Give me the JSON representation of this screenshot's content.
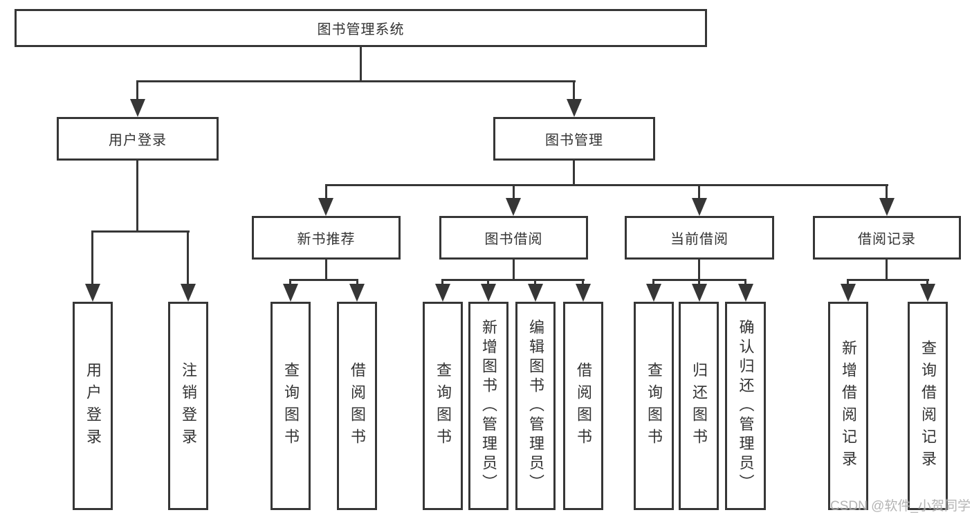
{
  "tree": {
    "root": {
      "label": "图书管理系统",
      "children": [
        {
          "label": "用户登录",
          "children": [
            {
              "label": "用户登录"
            },
            {
              "label": "注销登录"
            }
          ]
        },
        {
          "label": "图书管理",
          "children": [
            {
              "label": "新书推荐",
              "children": [
                {
                  "label": "查询图书"
                },
                {
                  "label": "借阅图书"
                }
              ]
            },
            {
              "label": "图书借阅",
              "children": [
                {
                  "label": "查询图书"
                },
                {
                  "label": "新增图书（管理员）"
                },
                {
                  "label": "编辑图书（管理员）"
                },
                {
                  "label": "借阅图书"
                }
              ]
            },
            {
              "label": "当前借阅",
              "children": [
                {
                  "label": "查询图书"
                },
                {
                  "label": "归还图书"
                },
                {
                  "label": "确认归还（管理员）"
                }
              ]
            },
            {
              "label": "借阅记录",
              "children": [
                {
                  "label": "新增借阅记录"
                },
                {
                  "label": "查询借阅记录"
                }
              ]
            }
          ]
        }
      ]
    }
  },
  "watermark": {
    "text": "CSDN @软件_小贺同学"
  },
  "colors": {
    "line": "#363636",
    "text": "#333333",
    "background": "#ffffff",
    "watermark": "#a8a8a8"
  }
}
